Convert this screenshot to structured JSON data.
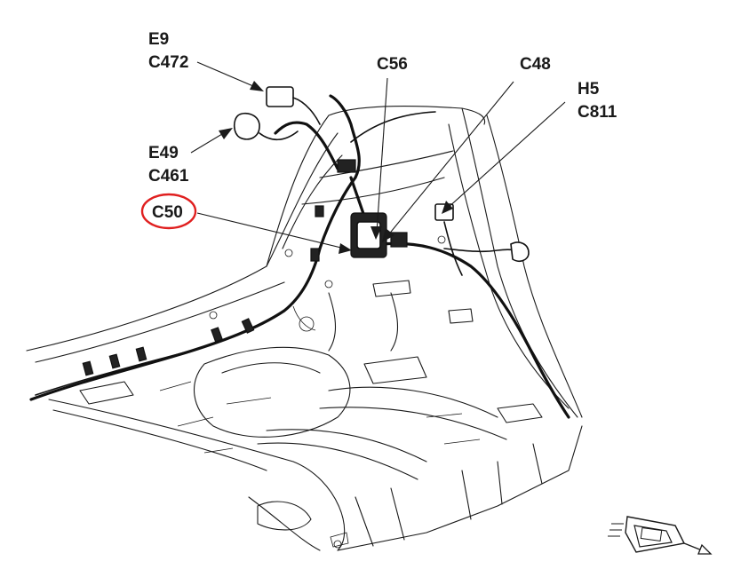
{
  "diagram": {
    "callouts": [
      {
        "id": "e9",
        "code": "E9"
      },
      {
        "id": "c472",
        "code": "C472"
      },
      {
        "id": "c56",
        "code": "C56"
      },
      {
        "id": "c48",
        "code": "C48"
      },
      {
        "id": "h5",
        "code": "H5"
      },
      {
        "id": "c811",
        "code": "C811"
      },
      {
        "id": "e49",
        "code": "E49"
      },
      {
        "id": "c461",
        "code": "C461"
      },
      {
        "id": "c50",
        "code": "C50"
      }
    ],
    "highlight": {
      "target": "C50",
      "color": "#e02020"
    },
    "orientation_icon": "vehicle-direction-arrow-icon"
  }
}
